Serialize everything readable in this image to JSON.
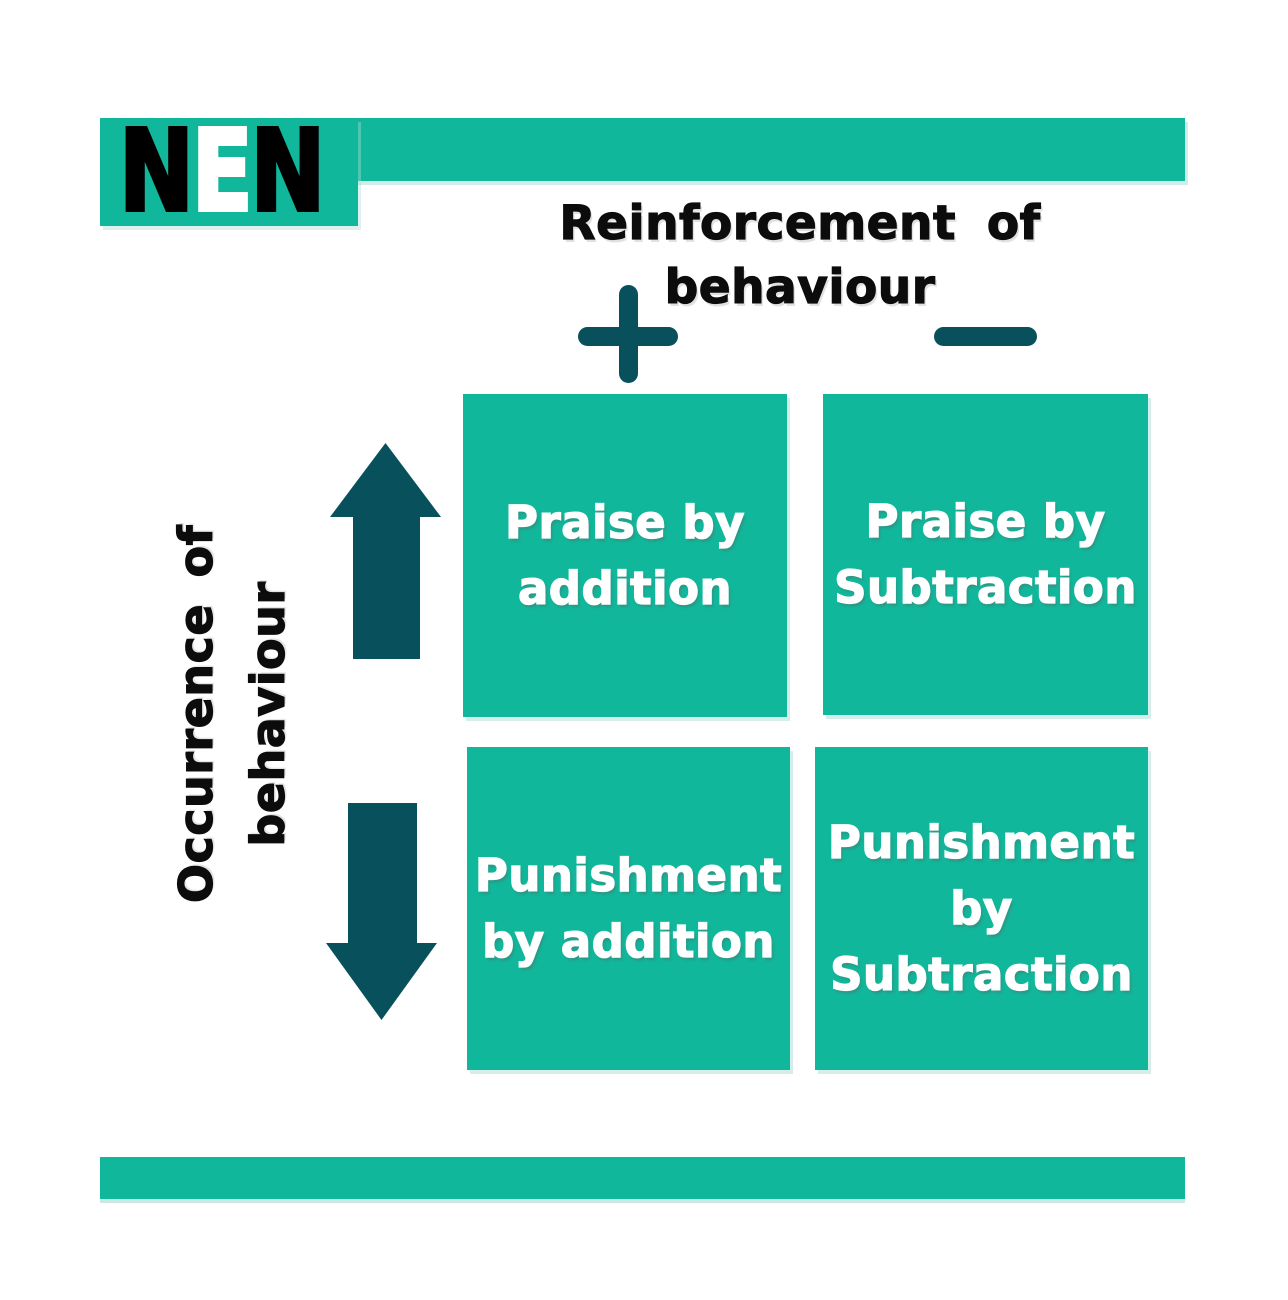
{
  "colors": {
    "teal": "#11B79B",
    "dark_teal": "#07505C",
    "text_black": "#0c0c0c",
    "text_white": "#ffffff"
  },
  "logo": {
    "text": "NEN",
    "letters": [
      {
        "char": "N",
        "color": "black"
      },
      {
        "char": "E",
        "color": "white"
      },
      {
        "char": "N",
        "color": "black"
      }
    ]
  },
  "title": {
    "line1": "Reinforcement of",
    "line2": "behaviour"
  },
  "axes": {
    "column_symbols": [
      {
        "icon": "plus-icon",
        "meaning": "addition"
      },
      {
        "icon": "minus-icon",
        "meaning": "subtraction"
      }
    ],
    "row_label": {
      "line1": "Occurrence of",
      "line2": "behaviour"
    },
    "row_symbols": [
      {
        "icon": "up-arrow-icon",
        "meaning": "behaviour increases"
      },
      {
        "icon": "down-arrow-icon",
        "meaning": "behaviour decreases"
      }
    ]
  },
  "quadrants": [
    {
      "id": "praise-by-addition",
      "lines": [
        "Praise by",
        "addition"
      ]
    },
    {
      "id": "praise-by-subtraction",
      "lines": [
        "Praise by",
        "Subtraction"
      ]
    },
    {
      "id": "punishment-by-addition",
      "lines": [
        "Punishment",
        "by addition"
      ]
    },
    {
      "id": "punishment-by-subtraction",
      "lines": [
        "Punishment",
        "by",
        "Subtraction"
      ]
    }
  ]
}
